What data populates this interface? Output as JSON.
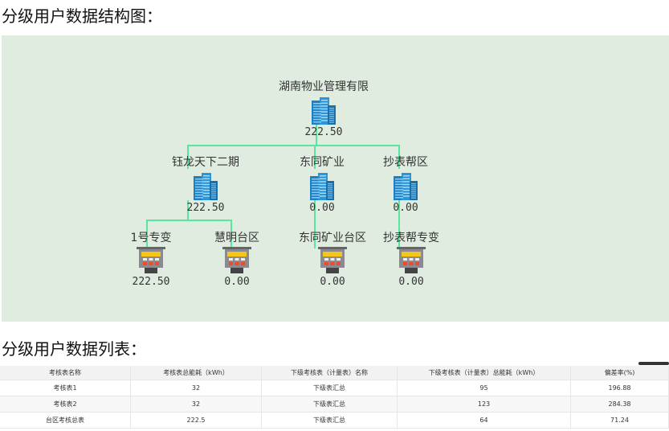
{
  "diagram_title": "分级用户数据结构图：",
  "list_title": "分级用户数据列表：",
  "tree": {
    "root": {
      "label": "湖南物业管理有限",
      "value": "222.50",
      "icon": "building-icon"
    },
    "level2": [
      {
        "label": "钰龙天下二期",
        "value": "222.50",
        "icon": "building-icon"
      },
      {
        "label": "东同矿业",
        "value": "0.00",
        "icon": "building-icon"
      },
      {
        "label": "抄表帮区",
        "value": "0.00",
        "icon": "building-icon"
      }
    ],
    "level3": [
      {
        "label": "1号专变",
        "value": "222.50",
        "icon": "meter-icon"
      },
      {
        "label": "慧明台区",
        "value": "0.00",
        "icon": "meter-icon"
      },
      {
        "label": "东同矿业台区",
        "value": "0.00",
        "icon": "meter-icon"
      },
      {
        "label": "抄表帮专变",
        "value": "0.00",
        "icon": "meter-icon"
      }
    ]
  },
  "table": {
    "headers": [
      "考核表名称",
      "考核表总能耗（kWh）",
      "下级考核表（计量表）名称",
      "下级考核表（计量表）总能耗（kWh）",
      "偏差率(%)"
    ],
    "rows": [
      [
        "考核表1",
        "32",
        "下级表汇总",
        "95",
        "196.88"
      ],
      [
        "考核表2",
        "32",
        "下级表汇总",
        "123",
        "284.38"
      ],
      [
        "台区考核总表",
        "222.5",
        "下级表汇总",
        "64",
        "71.24"
      ]
    ]
  }
}
